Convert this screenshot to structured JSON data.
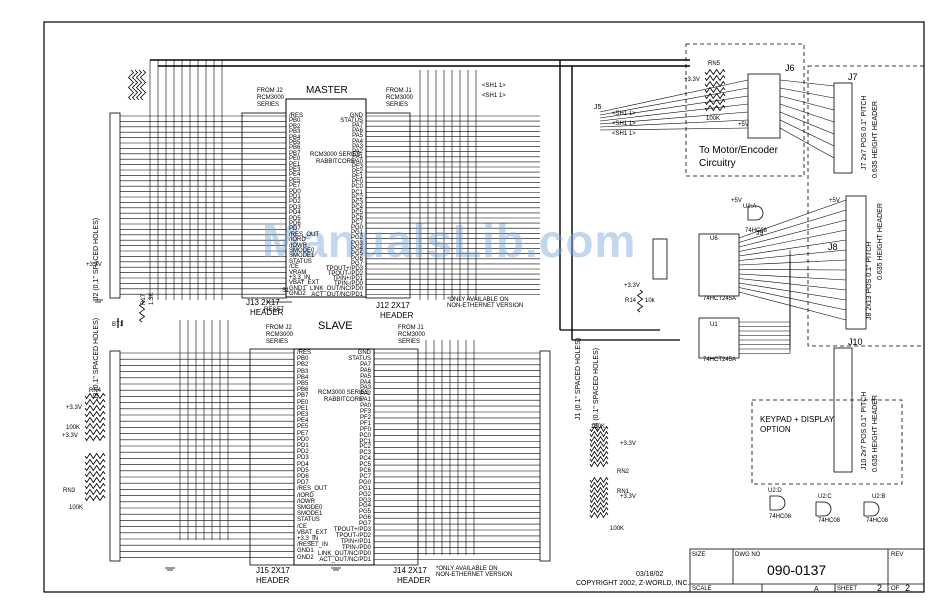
{
  "watermark": "ManualsLib.com",
  "master": {
    "title": "MASTER",
    "j2_note": [
      "FROM J2",
      "RCM3000",
      "SERIES"
    ],
    "j1_note": [
      "FROM J1",
      "RCM3000",
      "SERIES"
    ],
    "core_label": [
      "RCM3000 SERIES",
      "RABBITCORE"
    ],
    "left_pins": [
      "/RES",
      "PB0",
      "PB2",
      "PB3",
      "PB4",
      "PB5",
      "PB6",
      "PB7",
      "PE0",
      "PE1",
      "PE3",
      "PE4",
      "PE5",
      "PE7",
      "PD0",
      "PD1",
      "PD2",
      "PD3",
      "PD4",
      "PD5",
      "PD6",
      "PD7",
      "/RES_OUT",
      "/IORD",
      "/IOWR",
      "SMODE0",
      "SMODE1",
      "STATUS",
      "/CE",
      "VRAM",
      "+3.3_IN",
      "VBAT_EXT",
      "GND1",
      "GND2"
    ],
    "right_pins": [
      "GND",
      "STATUS",
      "PA7",
      "PA6",
      "PA5",
      "PA4",
      "PA3",
      "PA2",
      "PA1",
      "PA0",
      "PF3",
      "PF2",
      "PF1",
      "PF0",
      "PC0",
      "PC1",
      "PC2",
      "PC3",
      "PC4",
      "PC5",
      "PC6",
      "PC7",
      "PG0",
      "PG1",
      "PG2",
      "PG3",
      "PG4",
      "PG5",
      "PG6",
      "PG7",
      "TPOUT+/PD3",
      "TPOUT-/PD2",
      "TPIN+/PD1",
      "TPIN-/PD0",
      "LINK_OUT/NC/PD0",
      "ACT_OUT/NC/PD1"
    ],
    "j13": [
      "J13 2X17",
      "HEADER"
    ],
    "j12": [
      "J12 2X17",
      "HEADER"
    ],
    "eth_note": [
      "*ONLY AVAILABLE ON",
      "NON-ETHERNET VERSION"
    ]
  },
  "slave": {
    "title": "SLAVE",
    "j2_note": [
      "FROM J2",
      "RCM3000",
      "SERIES"
    ],
    "j1_note": [
      "FROM J1",
      "RCM3000",
      "SERIES"
    ],
    "core_label": [
      "RCM3000 SERIES",
      "RABBITCORE"
    ],
    "left_pins": [
      "/RES",
      "PB0",
      "PB2",
      "PB3",
      "PB4",
      "PB5",
      "PB6",
      "PB7",
      "PE0",
      "PE1",
      "PE3",
      "PE4",
      "PE5",
      "PE7",
      "PD0",
      "PD1",
      "PD2",
      "PD3",
      "PD4",
      "PD5",
      "PD6",
      "PD7",
      "/RES_OUT",
      "/IORD",
      "/IOWR",
      "SMODE0",
      "SMODE1",
      "STATUS",
      "/CE",
      "VBAT_EXT",
      "+3.3_IN",
      "/RESET_IN",
      "GND1",
      "GND2"
    ],
    "right_pins": [
      "GND",
      "STATUS",
      "PA7",
      "PA6",
      "PA5",
      "PA4",
      "PA3",
      "PA2",
      "PA1",
      "PA0",
      "PF3",
      "PF2",
      "PF1",
      "PF0",
      "PC0",
      "PC1",
      "PC2",
      "PC3",
      "PC4",
      "PC5",
      "PC6",
      "PC7",
      "PG0",
      "PG1",
      "PG2",
      "PG3",
      "PG4",
      "PG5",
      "PG6",
      "PG7",
      "TPOUT+/PD3",
      "TPOUT-/PD2",
      "TPIN+/PD1",
      "TPIN-/PD0",
      "LINK_OUT/NC/PD0",
      "ACT_OUT/NC/PD1"
    ],
    "j15": [
      "J15 2X17",
      "HEADER"
    ],
    "j14": [
      "J14 2X17",
      "HEADER"
    ],
    "eth_note": [
      "*ONLY AVAILABLE ON",
      "NON-ETHERNET VERSION"
    ]
  },
  "connectors": {
    "j2_vertical": "J2 (0.1\" SPACED HOLES)",
    "j1_vertical": "J1 (0.1\" SPACED HOLES)",
    "j3_vertical": "J3 (0.1\" SPACED HOLES)",
    "j4_vertical": "J4 (0.1\" SPACED HOLES)",
    "j6": "J6",
    "j7": "J7",
    "j7_desc": [
      "J7 2x7 POS 0.1\" PITCH",
      "0.635 HEIGHT HEADER"
    ],
    "j8": "J8",
    "j8_desc": [
      "J8 2x13 POS 0.1\" PITCH",
      "0.635 HEIGHT HEADER"
    ],
    "j10": "J10",
    "j10_desc": [
      "J10 2x7 POS 0.1\" PITCH",
      "0.635 HEIGHT HEADER"
    ],
    "j9": "J9",
    "j5": "J5"
  },
  "boxes": {
    "motor": [
      "To Motor/Encoder",
      "Circuitry"
    ],
    "keypad": [
      "KEYPAD + DISPLAY",
      "OPTION"
    ]
  },
  "components": {
    "rn5": "RN5",
    "rn4": "RN4",
    "rn3": "RN3",
    "rn1": "RN1",
    "rn2": "RN2",
    "r100k": "100K",
    "vcc": "+3.3V",
    "v5": "+5V",
    "bt1": "BT1",
    "r17": "R17",
    "r17_val": "1.3K",
    "r14": "R14",
    "r14_val": "10k",
    "s1": "S1",
    "reset": "RESET",
    "u1": "U1",
    "u1_part": "74HCT245A",
    "u6": "U6",
    "u6_part": "74HCT245A",
    "u2a": "U2:A",
    "u2c": "U2:C",
    "u2d": "U2:D",
    "u2b": "U2:B",
    "u2_part": "74HC08",
    "sh1": "<SH1 1>",
    "r0": "R0"
  },
  "title_block": {
    "size_label": "SIZE",
    "dwg_label": "DWG NO",
    "rev_label": "REV",
    "scale_label": "SCALE",
    "sheet_label": "SHEET",
    "of_label": "OF",
    "dwg_no": "090-0137",
    "rev": "A",
    "sheet": "2",
    "of": "2",
    "date": "03/18/02",
    "copyright": "COPYRIGHT 2002, Z-WORLD, INC."
  }
}
